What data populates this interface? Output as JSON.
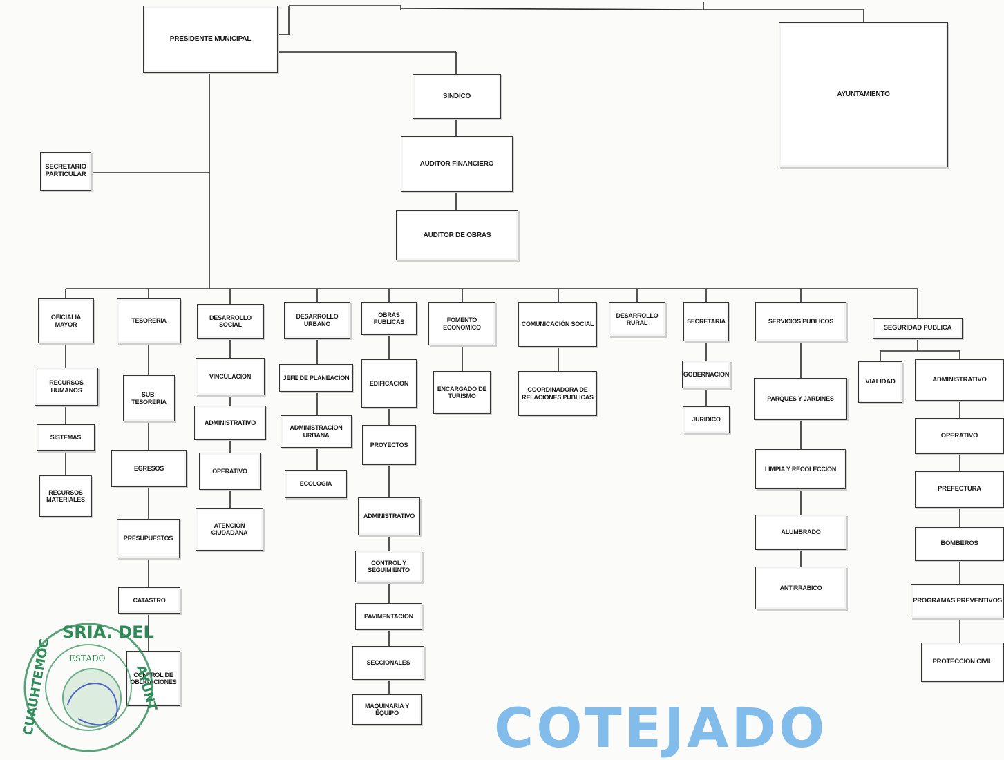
{
  "org_chart": {
    "presidente": "PRESIDENTE MUNICIPAL",
    "ayuntamiento": "AYUNTAMIENTO",
    "secretario_particular": "SECRETARIO\nPARTICULAR",
    "sindico": "SINDICO",
    "auditor_financiero": "AUDITOR FINANCIERO",
    "auditor_obras": "AUDITOR DE OBRAS",
    "departments": {
      "oficialia_mayor": {
        "title": "OFICIALIA MAYOR",
        "children": [
          "RECURSOS HUMANOS",
          "SISTEMAS",
          "RECURSOS\nMATERIALES"
        ]
      },
      "tesoreria": {
        "title": "TESORERIA",
        "children": [
          "SUB-TESORERIA",
          "EGRESOS",
          "PRESUPUESTOS",
          "CATASTRO",
          "CONTROL DE\nOBLIGACIONES"
        ]
      },
      "desarrollo_social": {
        "title": "DESARROLLO SOCIAL",
        "children": [
          "VINCULACION",
          "ADMINISTRATIVO",
          "OPERATIVO",
          "ATENCION\nCIUDADANA"
        ]
      },
      "desarrollo_urbano": {
        "title": "DESARROLLO URBANO",
        "children": [
          "JEFE DE PLANEACION",
          "ADMINISTRACION\nURBANA",
          "ECOLOGIA"
        ]
      },
      "obras_publicas": {
        "title": "OBRAS PUBLICAS",
        "children": [
          "EDIFICACION",
          "PROYECTOS",
          "ADMINISTRATIVO",
          "CONTROL Y\nSEGUIMIENTO",
          "PAVIMENTACION",
          "SECCIONALES",
          "MAQUINARIA Y EQUIPO"
        ]
      },
      "fomento_economico": {
        "title": "FOMENTO\nECONOMICO",
        "children": [
          "ENCARGADO DE\nTURISMO"
        ]
      },
      "comunicacion_social": {
        "title": "COMUNICACIÓN SOCIAL",
        "children": [
          "COORDINADORA DE\nRELACIONES PUBLICAS"
        ]
      },
      "desarrollo_rural": {
        "title": "DESARROLLO\nRURAL",
        "children": []
      },
      "secretaria": {
        "title": "SECRETARIA",
        "children": [
          "GOBERNACION",
          "JURIDICO"
        ]
      },
      "servicios_publicos": {
        "title": "SERVICIOS PUBLICOS",
        "children": [
          "PARQUES Y JARDINES",
          "LIMPIA Y RECOLECCION",
          "ALUMBRADO",
          "ANTIRRABICO"
        ]
      },
      "seguridad_publica": {
        "title": "SEGURIDAD PUBLICA",
        "children": [
          "VIALIDAD",
          "ADMINISTRATIVO",
          "OPERATIVO",
          "PREFECTURA",
          "BOMBEROS",
          "PROGRAMAS PREVENTIVOS",
          "PROTECCION CIVIL"
        ]
      }
    }
  },
  "stamp": {
    "text_top": "SRIA. DEL",
    "text_left": "CUAUHTEMOC",
    "text_inner": "ESTADO",
    "text_right": "AYUNT"
  },
  "watermark": "COTEJADO"
}
